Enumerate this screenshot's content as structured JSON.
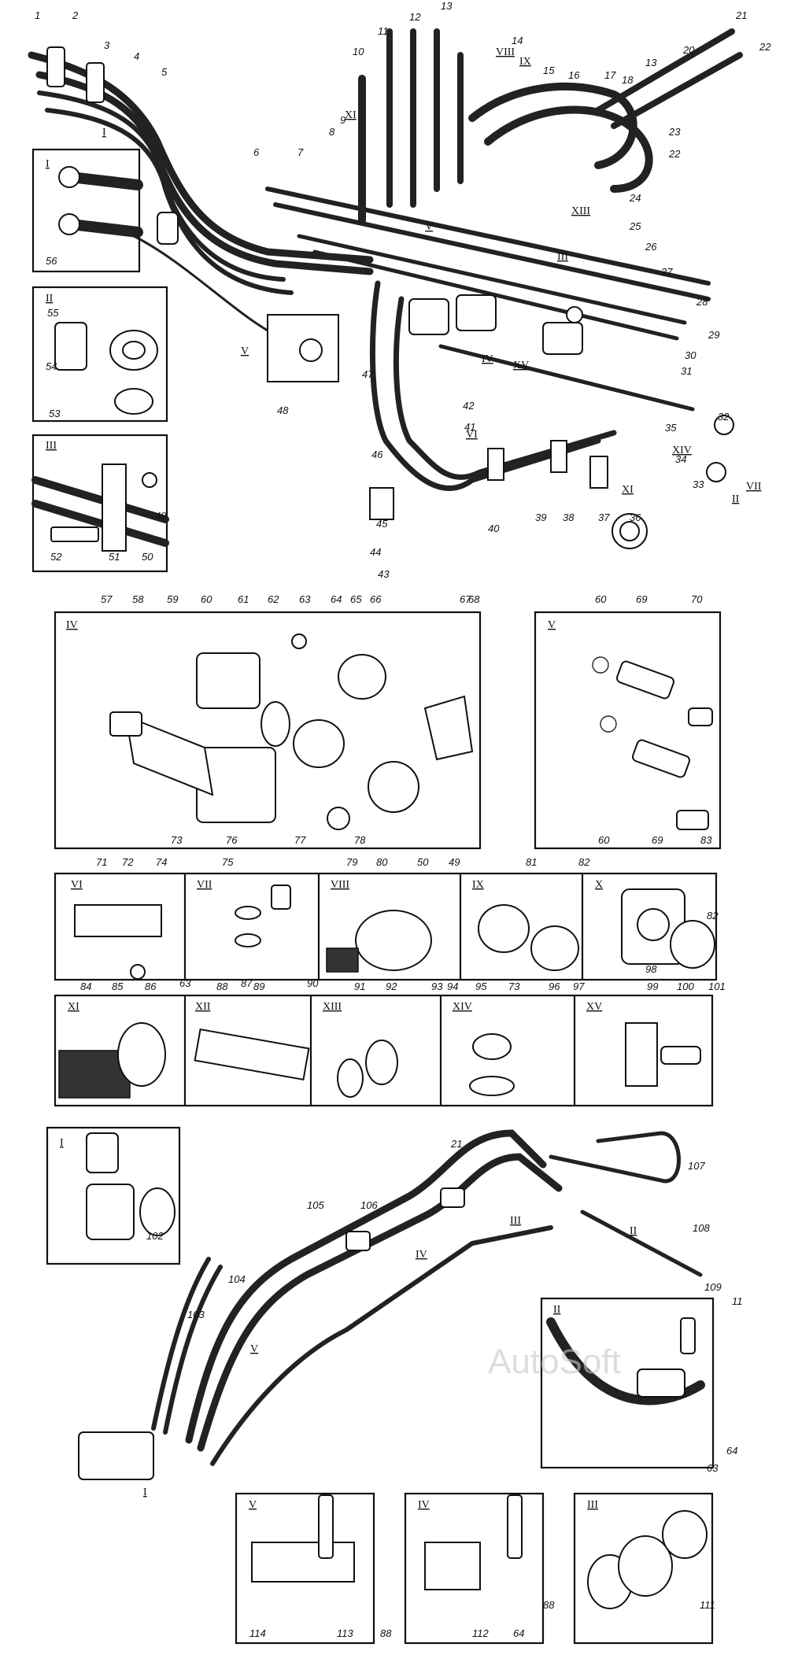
{
  "watermark": "AutoSoft",
  "callouts": {
    "top": [
      "1",
      "2",
      "3",
      "4",
      "5",
      "6",
      "7",
      "8",
      "9",
      "10",
      "11",
      "12",
      "13",
      "14",
      "15",
      "16",
      "17",
      "18",
      "20",
      "21",
      "22",
      "13",
      "23",
      "22",
      "24",
      "25",
      "26",
      "27",
      "28",
      "29",
      "30",
      "31",
      "32",
      "33",
      "34",
      "35",
      "36",
      "37",
      "38",
      "39",
      "40",
      "41",
      "42",
      "43",
      "44",
      "45",
      "46",
      "47",
      "48"
    ],
    "inset_I": [
      "56"
    ],
    "inset_II": [
      "55",
      "54",
      "53"
    ],
    "inset_III": [
      "49",
      "52",
      "51",
      "50"
    ],
    "detail_IV": [
      "57",
      "58",
      "59",
      "60",
      "61",
      "62",
      "63",
      "64",
      "65",
      "66",
      "67",
      "68",
      "73",
      "76",
      "77",
      "78"
    ],
    "detail_V": [
      "60",
      "69",
      "70",
      "60",
      "69",
      "83"
    ],
    "strip1": [
      "71",
      "72",
      "74",
      "75",
      "79",
      "80",
      "50",
      "49",
      "81",
      "82",
      "82",
      "98",
      "63",
      "87",
      "90"
    ],
    "strip2": [
      "84",
      "85",
      "86",
      "88",
      "89",
      "91",
      "92",
      "93",
      "94",
      "95",
      "73",
      "96",
      "97",
      "99",
      "100",
      "101"
    ],
    "bottom": [
      "21",
      "107",
      "105",
      "106",
      "108",
      "102",
      "104",
      "103",
      "109",
      "11",
      "64",
      "63",
      "114",
      "113",
      "88",
      "112",
      "88",
      "64",
      "111"
    ]
  },
  "romans": {
    "top": [
      "I",
      "XI",
      "VIII",
      "IX",
      "V",
      "III",
      "IV",
      "XV",
      "VI",
      "XIV",
      "XI",
      "II",
      "VII",
      "XIII",
      "V"
    ],
    "insets": [
      "I",
      "II",
      "III"
    ],
    "details": [
      "IV",
      "V"
    ],
    "strip1": [
      "VI",
      "VII",
      "VIII",
      "IX",
      "X"
    ],
    "strip2": [
      "XI",
      "XII",
      "XIII",
      "XIV",
      "XV"
    ],
    "bottom": [
      "I",
      "III",
      "II",
      "IV",
      "V",
      "I",
      "II",
      "V",
      "IV",
      "III"
    ]
  }
}
